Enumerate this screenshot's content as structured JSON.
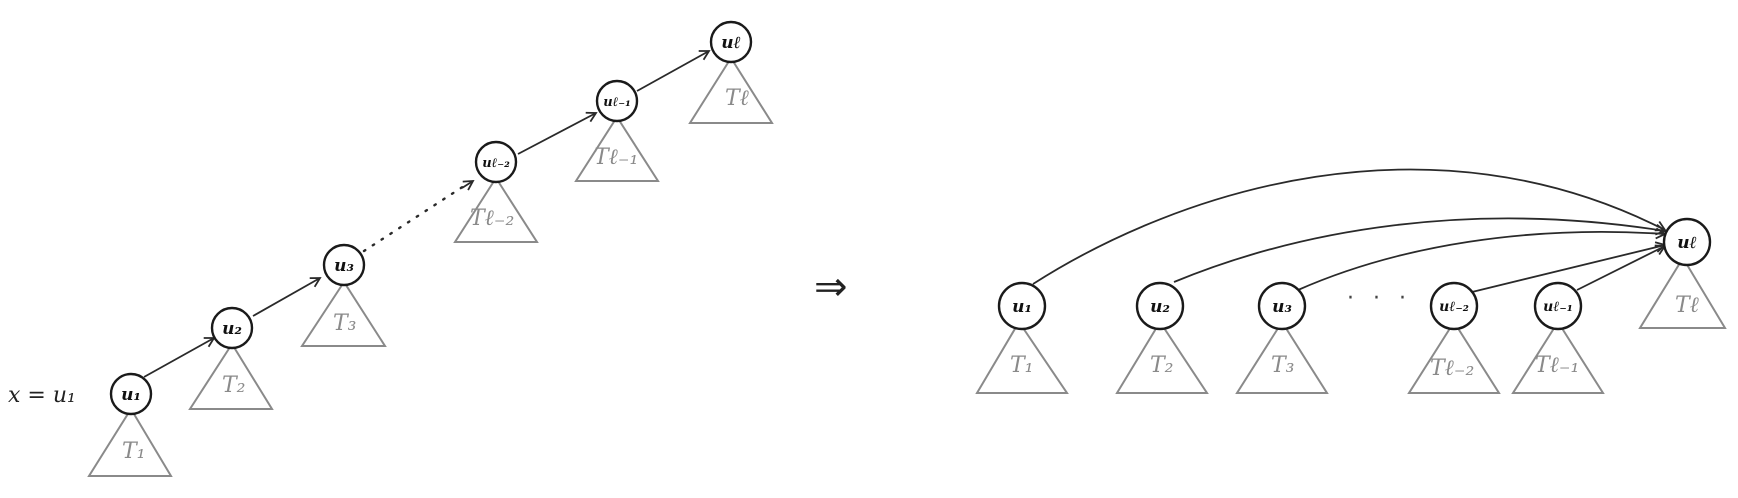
{
  "left": {
    "x_label": "x = u₁",
    "nodes": [
      {
        "label": "u₁",
        "tree": "T₁"
      },
      {
        "label": "u₂",
        "tree": "T₂"
      },
      {
        "label": "u₃",
        "tree": "T₃"
      },
      {
        "label": "uℓ₋₂",
        "tree": "Tℓ₋₂"
      },
      {
        "label": "uℓ₋₁",
        "tree": "Tℓ₋₁"
      },
      {
        "label": "uℓ",
        "tree": "Tℓ"
      }
    ],
    "ellipsis": "· · · ·"
  },
  "implies_symbol": "⇒",
  "right": {
    "nodes": [
      {
        "label": "u₁",
        "tree": "T₁"
      },
      {
        "label": "u₂",
        "tree": "T₂"
      },
      {
        "label": "u₃",
        "tree": "T₃"
      },
      {
        "label": "uℓ₋₂",
        "tree": "Tℓ₋₂"
      },
      {
        "label": "uℓ₋₁",
        "tree": "Tℓ₋₁"
      }
    ],
    "root": {
      "label": "uℓ",
      "tree": "Tℓ"
    },
    "ellipsis": "· · ·"
  }
}
